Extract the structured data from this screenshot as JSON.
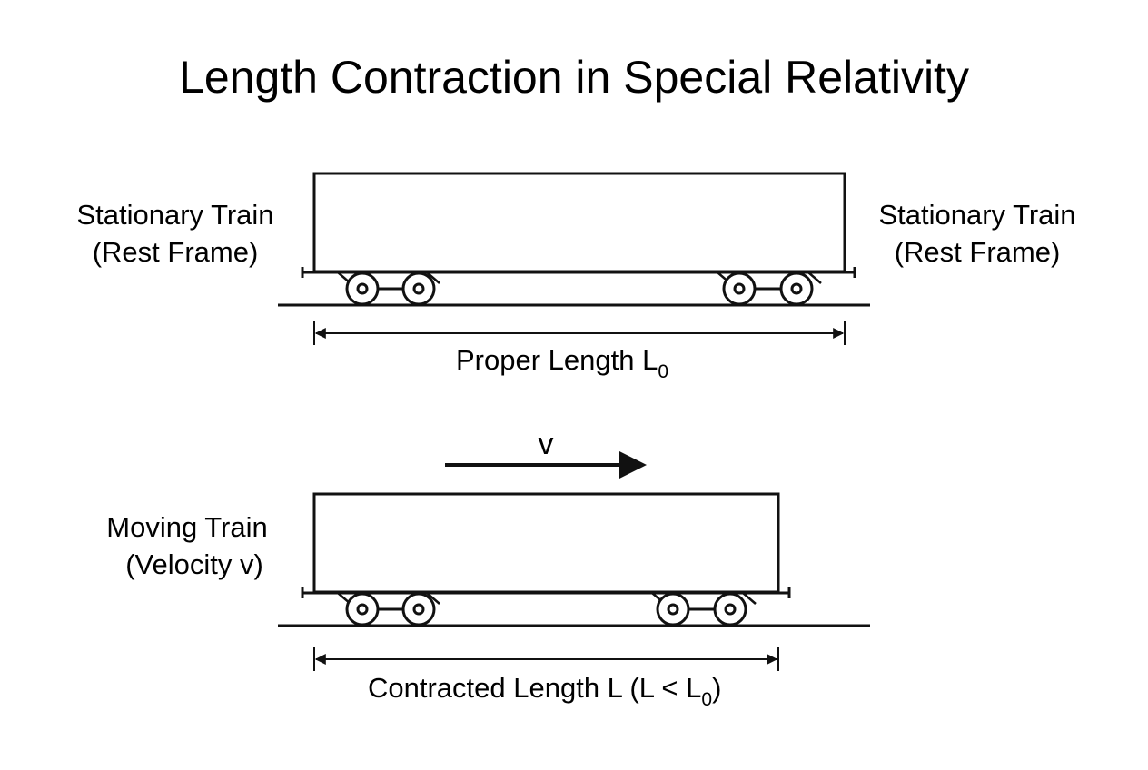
{
  "title": "Length Contraction in Special Relativity",
  "stationary": {
    "left_label_line1": "Stationary Train",
    "left_label_line2": "(Rest Frame)",
    "right_label_line1": "Stationary Train",
    "right_label_line2": "(Rest Frame)",
    "length_label": "Proper Length L",
    "length_subscript": "0"
  },
  "moving": {
    "label_line1": "Moving Train",
    "label_line2": "(Velocity v)",
    "velocity_label": "v",
    "length_label": "Contracted Length L (L < L",
    "length_subscript": "0",
    "length_close": ")"
  },
  "colors": {
    "stroke": "#111111",
    "background": "#ffffff"
  },
  "icons": [
    "velocity-arrow-icon",
    "wheel-icon"
  ]
}
